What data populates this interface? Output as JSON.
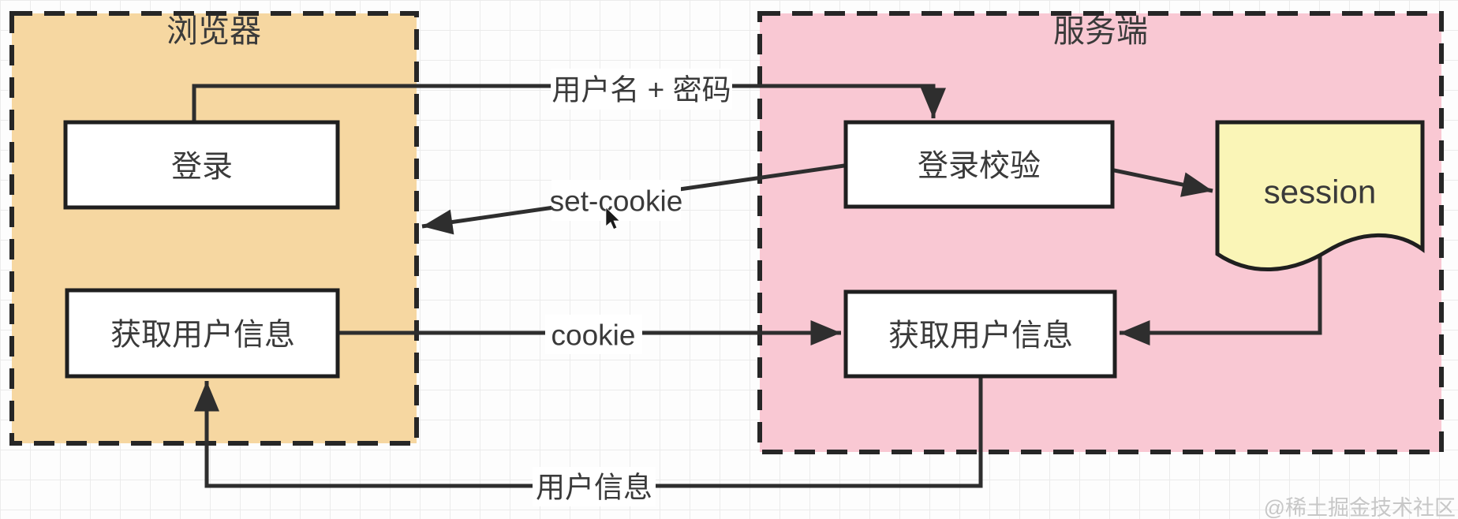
{
  "colors": {
    "browser_fill": "#F6D7A1",
    "server_fill": "#F9C8D3",
    "session_fill": "#FAF5B7",
    "node_fill": "#FFFFFF",
    "line": "#2E2E2E",
    "text": "#3A3A3A",
    "grid": "#EBEBEB",
    "watermark": "#C7C7C7"
  },
  "browser": {
    "title": "浏览器",
    "login_label": "登录",
    "get_user_label": "获取用户信息"
  },
  "server": {
    "title": "服务端",
    "verify_label": "登录校验",
    "get_user_label": "获取用户信息",
    "session_label": "session"
  },
  "edges": {
    "credentials": "用户名 + 密码",
    "set_cookie": "set-cookie",
    "cookie": "cookie",
    "user_info": "用户信息"
  },
  "watermark": "@稀土掘金技术社区"
}
